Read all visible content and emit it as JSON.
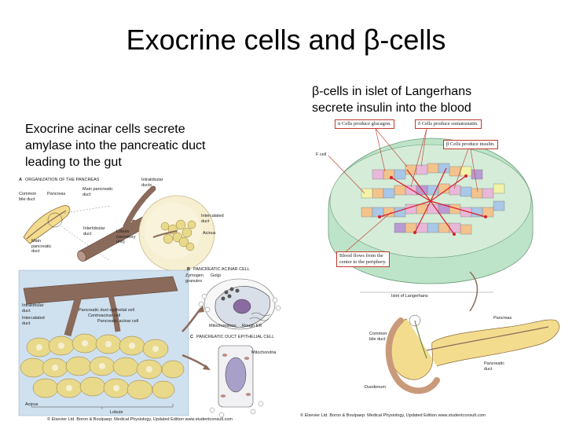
{
  "slide": {
    "title": "Exocrine cells and β-cells",
    "caption_left": {
      "line1": "Exocrine acinar cells secrete",
      "line2": "amylase into the pancreatic duct",
      "line3": "leading to the gut"
    },
    "caption_right": {
      "line1": "β-cells in islet of Langerhans",
      "line2": "secrete insulin into the blood"
    }
  },
  "left_figure": {
    "panel_a_letter": "A",
    "panel_a_title": "ORGANIZATION OF THE PANCREAS",
    "labels": {
      "common_bile_duct_1": "Common",
      "common_bile_duct_2": "bile duct",
      "pancreas": "Pancreas",
      "main_pancreatic_duct_top_1": "Main pancreatic",
      "main_pancreatic_duct_top_2": "duct",
      "intralobular_top_1": "Intralobular",
      "intralobular_top_2": "ducts",
      "intercalated_1": "Intercalated",
      "intercalated_2": "duct",
      "interlobular_1": "Interlobular",
      "interlobular_2": "duct",
      "lobule_1": "Lobule",
      "lobule_2": "(secretory",
      "lobule_3": "unit)",
      "acinus_top": "Acinus",
      "main_pancreatic_duct_1": "Main",
      "main_pancreatic_duct_2": "pancreatic",
      "main_pancreatic_duct_3": "duct",
      "intralobular_left_1": "Intralobular",
      "intralobular_left_2": "duct",
      "intercalated_left_1": "Intercalated",
      "intercalated_left_2": "duct",
      "pancreatic_duct_epithelial": "Pancreatic duct epithelial cell",
      "centroacinar": "Centroacinar cell",
      "pancreatic_acinar": "Pancreatic acinar cell",
      "acinus_bottom": "Acinus",
      "lobule_bottom": "Lobule"
    },
    "panel_b_letter": "B",
    "panel_b_title": "PANCREATIC ACINAR CELL",
    "panel_b_labels": {
      "zymogen_1": "Zymogen",
      "zymogen_2": "granules",
      "golgi": "Golgi",
      "mitochondrion": "Mitochondrion",
      "rough_er": "Rough ER"
    },
    "panel_c_letter": "C",
    "panel_c_title": "PANCREATIC DUCT EPITHELIAL CELL",
    "panel_c_labels": {
      "mitochondria": "Mitochondria"
    },
    "copyright": "© Elsevier Ltd. Boron & Boulpaep: Medical Physiology, Updated Edition   www.studentconsult.com"
  },
  "right_figure": {
    "box_alpha": "α Cells produce glucagon.",
    "box_delta": "δ Cells produce somatostatin.",
    "box_beta": "β Cells produce insulin.",
    "f_cell": "F cell",
    "blood_flow_1": "Blood flows from the",
    "blood_flow_2": "center to the periphery.",
    "islet": "Islet of Langerhans",
    "pancreas": "Pancreas",
    "common_bile_duct_1": "Common",
    "common_bile_duct_2": "bile duct",
    "pancreatic_duct_1": "Pancreatic",
    "pancreatic_duct_2": "duct",
    "duodenum": "Duodenum",
    "copyright": "© Elsevier Ltd. Boron & Boulpaep: Medical Physiology, Updated Edition   www.studentconsult.com"
  },
  "colors": {
    "duct_brown": "#8a6a5a",
    "lobule_cream": "#f6efd2",
    "acinar_yellow": "#e9d98a",
    "panel_blue": "#cfe0ef",
    "islet_green": "#bde4c8",
    "cell_orange": "#f3c38e",
    "cell_blue": "#a9c7e6",
    "cell_pink": "#e8b8d8",
    "arrow_red": "#d8202a",
    "pancreas_yellow": "#f4dc8e"
  }
}
